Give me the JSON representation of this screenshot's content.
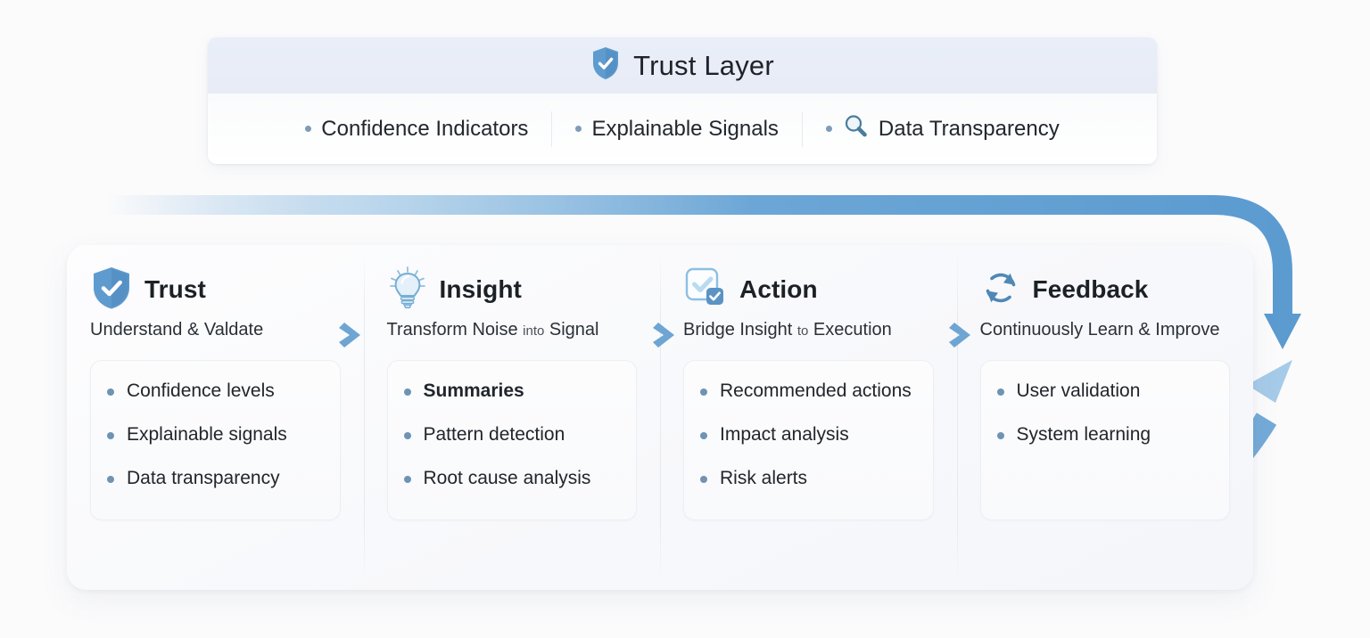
{
  "trust_layer": {
    "title": "Trust Layer",
    "title_icon": "shield-check-icon",
    "items": [
      {
        "label": "Confidence Indicators",
        "icon": "bullet-dot-icon"
      },
      {
        "label": "Explainable Signals",
        "icon": "bullet-dot-icon"
      },
      {
        "label": "Data Transparency",
        "icon": "magnifier-icon"
      }
    ]
  },
  "flow": {
    "columns": [
      {
        "id": "trust",
        "icon": "shield-check-icon",
        "title": "Trust",
        "subtitle_main": "Understand & Valdate",
        "subtitle_small": "",
        "subtitle_tail": "",
        "bullets": [
          {
            "label": "Confidence levels",
            "emphasis": false
          },
          {
            "label": "Explainable signals",
            "emphasis": false
          },
          {
            "label": "Data transparency",
            "emphasis": false
          }
        ]
      },
      {
        "id": "insight",
        "icon": "lightbulb-icon",
        "title": "Insight",
        "subtitle_main": "Transform Noise ",
        "subtitle_small": "into",
        "subtitle_tail": " Signal",
        "bullets": [
          {
            "label": "Summaries",
            "emphasis": true
          },
          {
            "label": "Pattern detection",
            "emphasis": false
          },
          {
            "label": "Root cause analysis",
            "emphasis": false
          }
        ]
      },
      {
        "id": "action",
        "icon": "checkbox-check-icon",
        "title": "Action",
        "subtitle_main": "Bridge Insight ",
        "subtitle_small": "to",
        "subtitle_tail": " Execution",
        "bullets": [
          {
            "label": "Recommended actions",
            "emphasis": false
          },
          {
            "label": "Impact analysis",
            "emphasis": false
          },
          {
            "label": "Risk alerts",
            "emphasis": false
          }
        ]
      },
      {
        "id": "feedback",
        "icon": "refresh-cycle-icon",
        "title": "Feedback",
        "subtitle_main": "Continuously Learn & Improve",
        "subtitle_small": "",
        "subtitle_tail": "",
        "bullets": [
          {
            "label": "User validation",
            "emphasis": false
          },
          {
            "label": "System learning",
            "emphasis": false
          }
        ]
      }
    ],
    "step_arrows": [
      {
        "name": "arrow-trust-to-insight"
      },
      {
        "name": "arrow-insight-to-action"
      },
      {
        "name": "arrow-action-to-feedback"
      }
    ],
    "loop_arrows": [
      {
        "name": "top-loop-arrow",
        "direction": "left-to-right-then-down"
      },
      {
        "name": "bottom-loop-arrow",
        "direction": "left-to-right-rising"
      },
      {
        "name": "feedback-return-arrow",
        "direction": "rising-into-feedback"
      }
    ]
  },
  "colors": {
    "accent": "#5b9bd0",
    "accent_light": "#a9cdea",
    "accent_pale": "#cfe3f5",
    "bullet_dot": "#6f93b4",
    "text": "#21262c",
    "banner_head": "#e8edf7",
    "page_bg": "#fbfbfc"
  }
}
